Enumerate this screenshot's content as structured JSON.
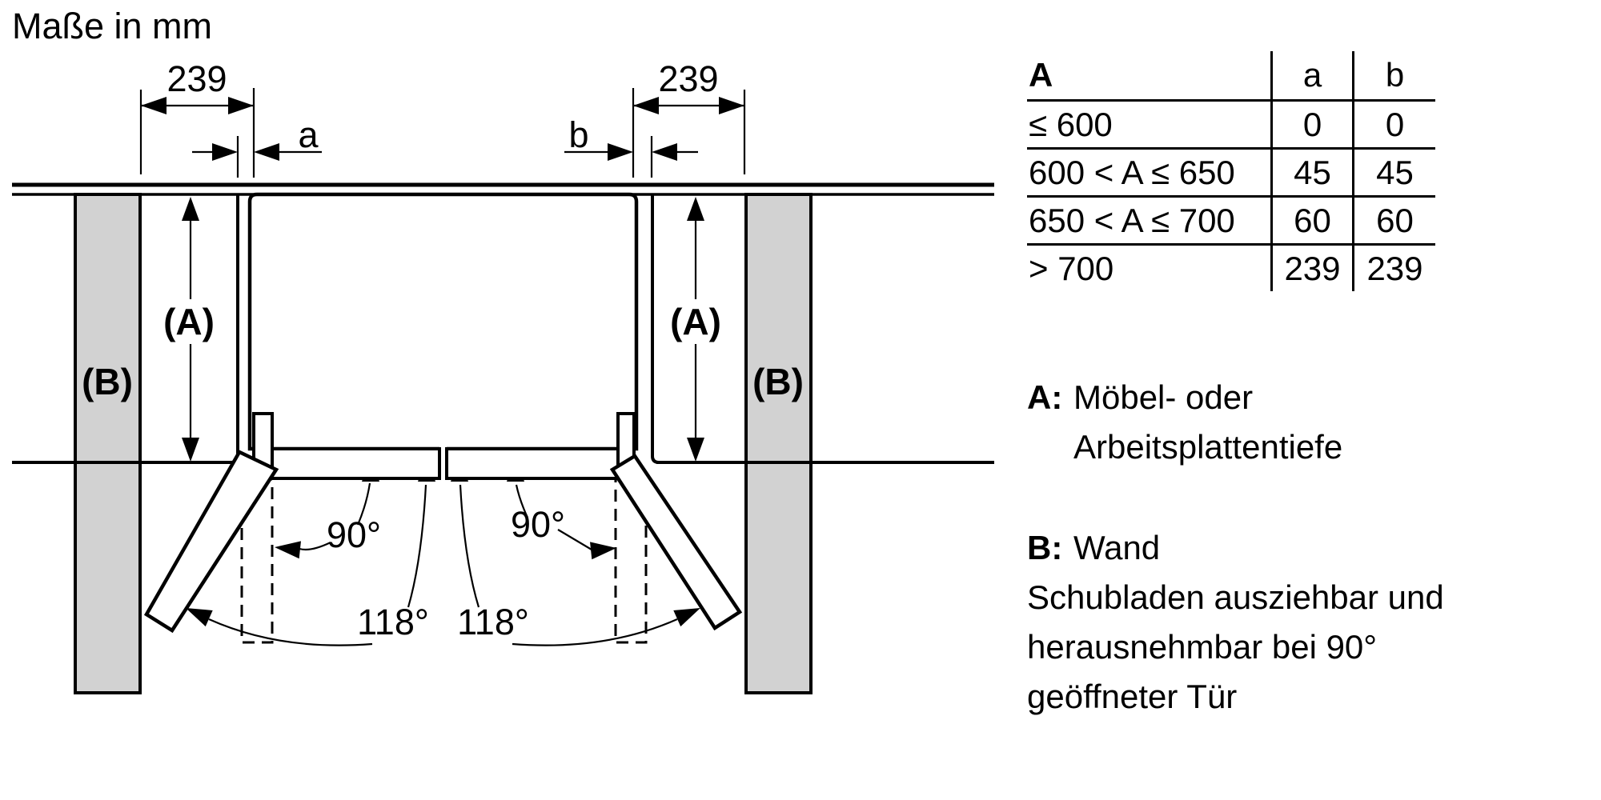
{
  "title": "Maße in mm",
  "diagram": {
    "left_dim": {
      "value": "239",
      "gap_label": "a"
    },
    "right_dim": {
      "value": "239",
      "gap_label": "b"
    },
    "left_depth_label": "(A)",
    "right_depth_label": "(A)",
    "left_wall_label": "(B)",
    "right_wall_label": "(B)",
    "left_door": {
      "angle_90": "90°",
      "angle_open": "118°"
    },
    "right_door": {
      "angle_90": "90°",
      "angle_open": "118°"
    }
  },
  "table": {
    "header": {
      "range": "A",
      "a": "a",
      "b": "b"
    },
    "rows": [
      {
        "range": "≤ 600",
        "a": "0",
        "b": "0"
      },
      {
        "range": "600 < A ≤ 650",
        "a": "45",
        "b": "45"
      },
      {
        "range": "650 < A ≤ 700",
        "a": "60",
        "b": "60"
      },
      {
        "range": "> 700",
        "a": "239",
        "b": "239"
      }
    ]
  },
  "legend": {
    "a_key": "A:",
    "a_line1": "Möbel- oder",
    "a_line2": "Arbeitsplattentiefe",
    "b_key": "B:",
    "b_text": "Wand",
    "note_line1": "Schubladen ausziehbar und",
    "note_line2": "herausnehmbar bei 90°",
    "note_line3": "geöffneter Tür"
  },
  "colors": {
    "line": "#000000",
    "wall_fill": "#d2d2d2",
    "background": "#ffffff"
  }
}
